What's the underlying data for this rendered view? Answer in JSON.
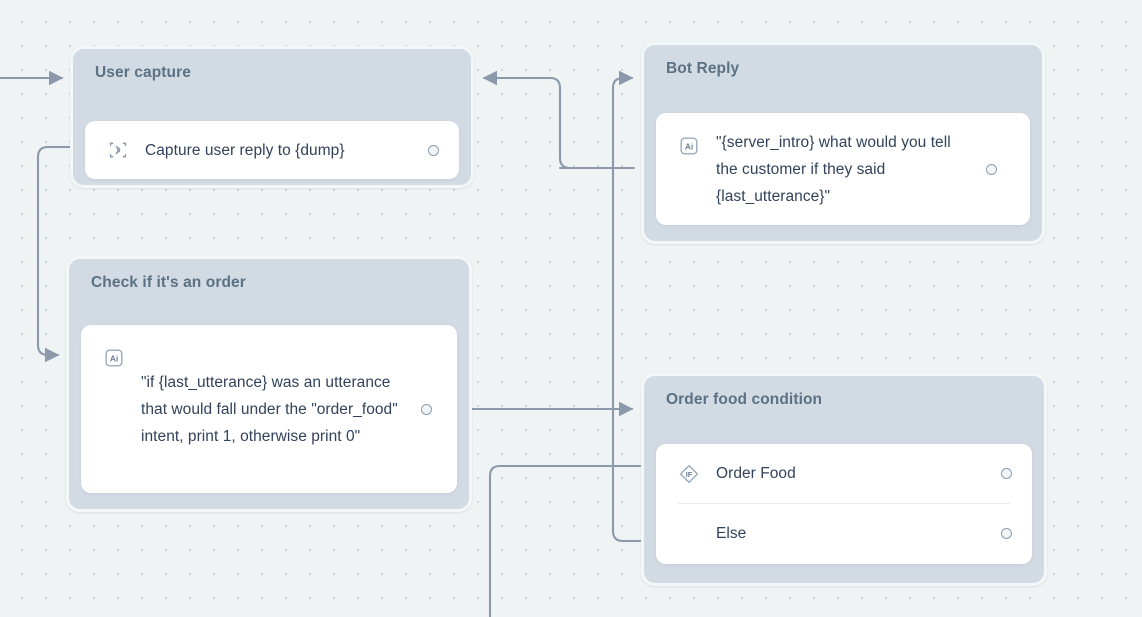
{
  "canvas": {
    "background_color": "#eff3f4",
    "dot_color": "#ccd6d9",
    "edge_color": "#8b99ab",
    "node_body_color": "#d2dae3",
    "node_ring_color": "#f4f7f8",
    "card_color": "#ffffff",
    "title_color": "#5b7184",
    "label_color": "#32425a"
  },
  "nodes": {
    "user_capture": {
      "title": "User capture",
      "rows": [
        {
          "icon": "capture-icon",
          "label": "Capture user reply to {dump}",
          "port": "output-port"
        }
      ]
    },
    "bot_reply": {
      "title": "Bot Reply",
      "rows": [
        {
          "icon": "ai-icon",
          "label": "\"{server_intro} what would you tell the customer if they said {last_utterance}\"",
          "port": "output-port"
        }
      ]
    },
    "check_order": {
      "title": "Check if it's an order",
      "rows": [
        {
          "icon": "ai-icon",
          "label": "\"if {last_utterance} was an utterance that would fall under the \"order_food\" intent, print 1, otherwise print 0\"",
          "port": "output-port"
        }
      ]
    },
    "order_condition": {
      "title": "Order food condition",
      "rows": [
        {
          "icon": "if-icon",
          "label": "Order Food",
          "port": "output-port"
        },
        {
          "icon": "",
          "label": "Else",
          "port": "output-port"
        }
      ]
    }
  },
  "icons": {
    "ai_glyph": "Ai",
    "if_glyph": "IF"
  }
}
